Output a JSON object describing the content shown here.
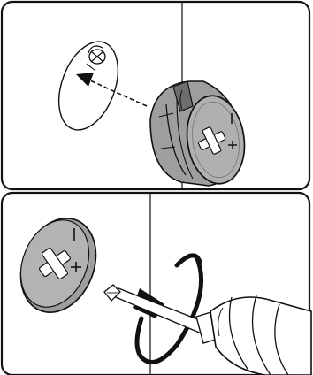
{
  "figure": {
    "panels": [
      {
        "id": "panel-1",
        "step": "insert",
        "description_icon": "cam-lock-insert"
      },
      {
        "id": "panel-2",
        "step": "tighten",
        "description_icon": "screwdriver-rotate"
      }
    ],
    "colors": {
      "ink": "#111111",
      "metal": "#a8a8a8",
      "metal_dark": "#7a7a7a",
      "background": "#ffffff"
    },
    "icons": [
      "arrow-icon",
      "rotate-arrow-icon",
      "phillips-cross-icon",
      "screwdriver-icon"
    ]
  }
}
